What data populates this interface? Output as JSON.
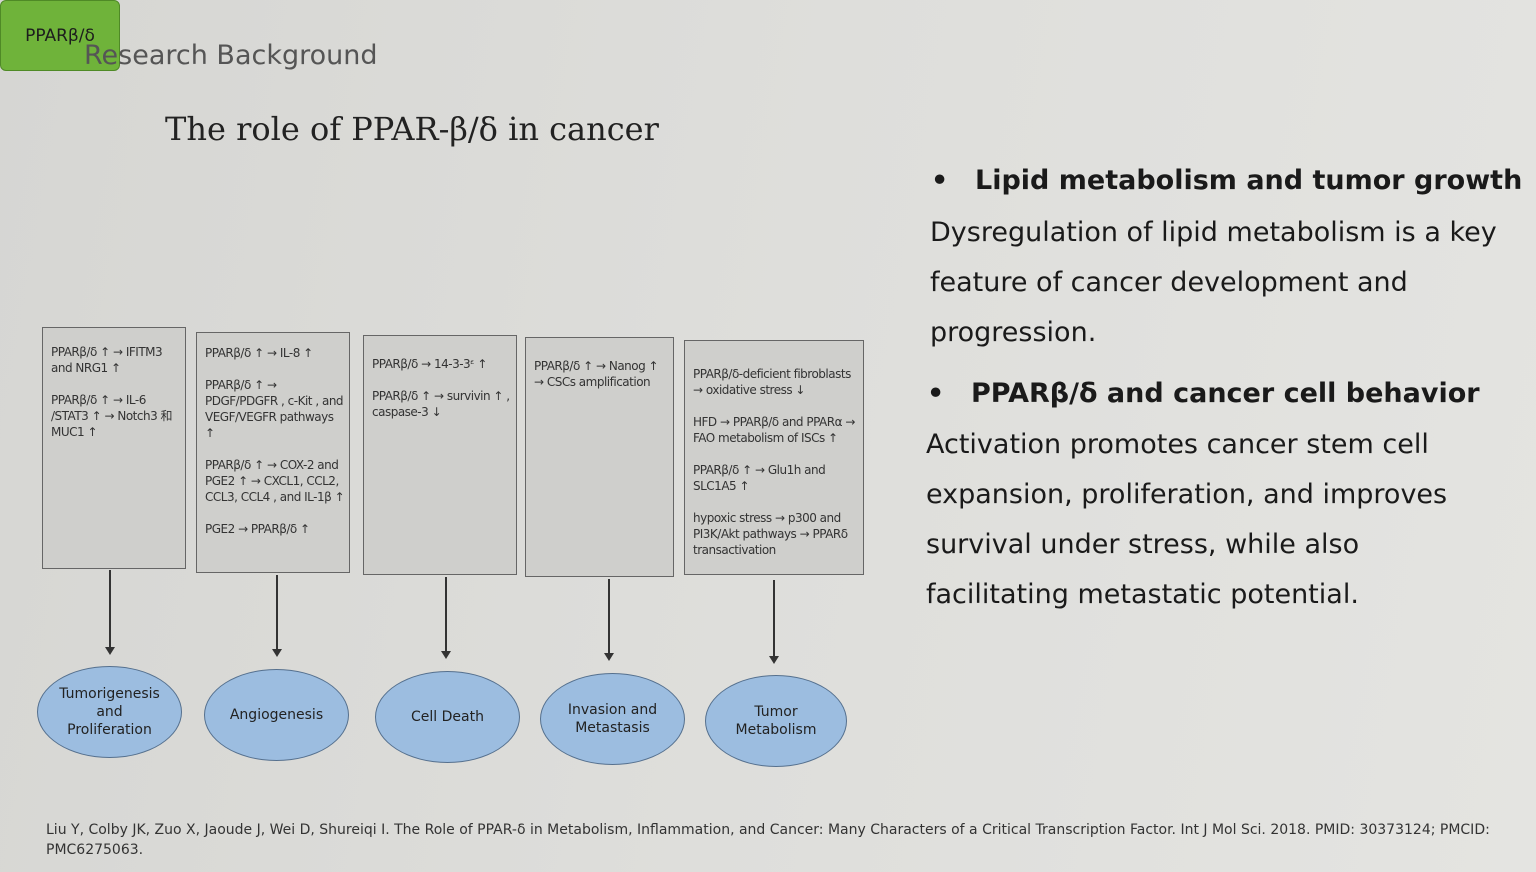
{
  "section_title": "Research Background",
  "slide_title": "The role of PPAR-β/δ in cancer",
  "root_node": "PPARβ/δ",
  "columns": [
    {
      "mechanisms": [
        "PPARβ/δ ↑ → IFITM3 and NRG1 ↑",
        "PPARβ/δ ↑ → IL-6 /STAT3 ↑ → Notch3 和 MUC1 ↑"
      ],
      "outcome": "Tumorigenesis\nand\nProliferation"
    },
    {
      "mechanisms": [
        "PPARβ/δ ↑ → IL-8 ↑",
        "PPARβ/δ ↑ → PDGF/PDGFR , c-Kit , and VEGF/VEGFR pathways ↑",
        "PPARβ/δ ↑ → COX-2 and PGE2 ↑ → CXCL1, CCL2, CCL3, CCL4 , and IL-1β ↑",
        "PGE2 → PPARβ/δ ↑"
      ],
      "outcome": "Angiogenesis"
    },
    {
      "mechanisms": [
        "PPARβ/δ → 14-3-3ᵋ ↑",
        "PPARβ/δ ↑ → survivin ↑ , caspase-3 ↓"
      ],
      "outcome": "Cell Death"
    },
    {
      "mechanisms": [
        "PPARβ/δ ↑ → Nanog ↑ → CSCs amplification"
      ],
      "outcome": "Invasion and\nMetastasis"
    },
    {
      "mechanisms": [
        "PPARβ/δ-deficient fibroblasts → oxidative stress ↓",
        "HFD → PPARβ/δ and PPARα → FAO metabolism of ISCs ↑",
        "PPARβ/δ ↑ → Glu1h and SLC1A5 ↑",
        "hypoxic stress → p300 and PI3K/Akt pathways → PPARδ transactivation"
      ],
      "outcome": "Tumor\nMetabolism"
    }
  ],
  "bullets": [
    {
      "heading": "Lipid metabolism and tumor growth",
      "text": "Dysregulation of lipid metabolism is a key feature of cancer development and progression."
    },
    {
      "heading": "PPARβ/δ and cancer cell behavior",
      "text": "Activation promotes cancer stem cell expansion, proliferation, and improves survival under stress, while also facilitating metastatic potential."
    }
  ],
  "citation": "Liu Y, Colby JK, Zuo X, Jaoude J, Wei D, Shureiqi I. The Role of PPAR-δ in Metabolism, Inflammation, and Cancer: Many Characters of a Critical Transcription Factor. Int J Mol Sci. 2018. PMID: 30373124; PMCID: PMC6275063."
}
